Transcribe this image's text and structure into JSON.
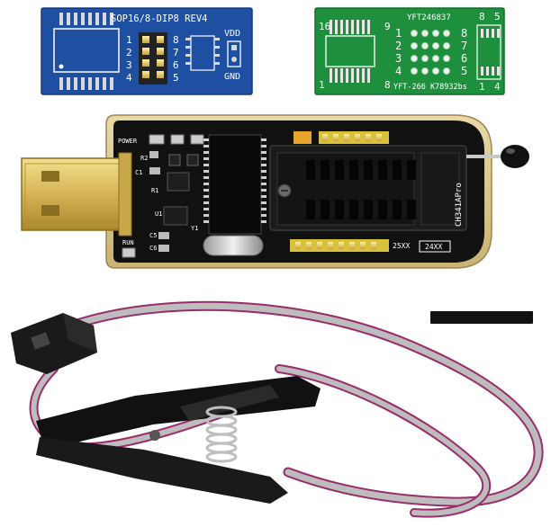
{
  "blue_adapter": {
    "title": "SOP16/8-DIP8 REV4",
    "left_pins": [
      "1",
      "2",
      "3",
      "4"
    ],
    "right_pins": [
      "8",
      "7",
      "6",
      "5"
    ],
    "vdd": "VDD",
    "gnd": "GND",
    "color": "#1f4fa0"
  },
  "green_adapter": {
    "top_label": "YFT246837",
    "corner_16": "16",
    "corner_9": "9",
    "corner_1": "1",
    "corner_8": "8",
    "corner_8_right": "8",
    "corner_5": "5",
    "corner_1_right": "1",
    "corner_4": "4",
    "left_pins": [
      "1",
      "2",
      "3",
      "4"
    ],
    "right_pins": [
      "8",
      "7",
      "6",
      "5"
    ],
    "bottom_label": "YFT-266 K78932bs",
    "color": "#1e8f3c"
  },
  "programmer": {
    "power_label": "POWER",
    "run_label": "RUN",
    "chip_label": "CH341APro",
    "socket_25": "25XX",
    "socket_24": "24XX",
    "comp_labels": [
      "R1",
      "R2",
      "C1",
      "U1",
      "Y1",
      "C5",
      "C6"
    ],
    "pcb_color": "#111111"
  }
}
